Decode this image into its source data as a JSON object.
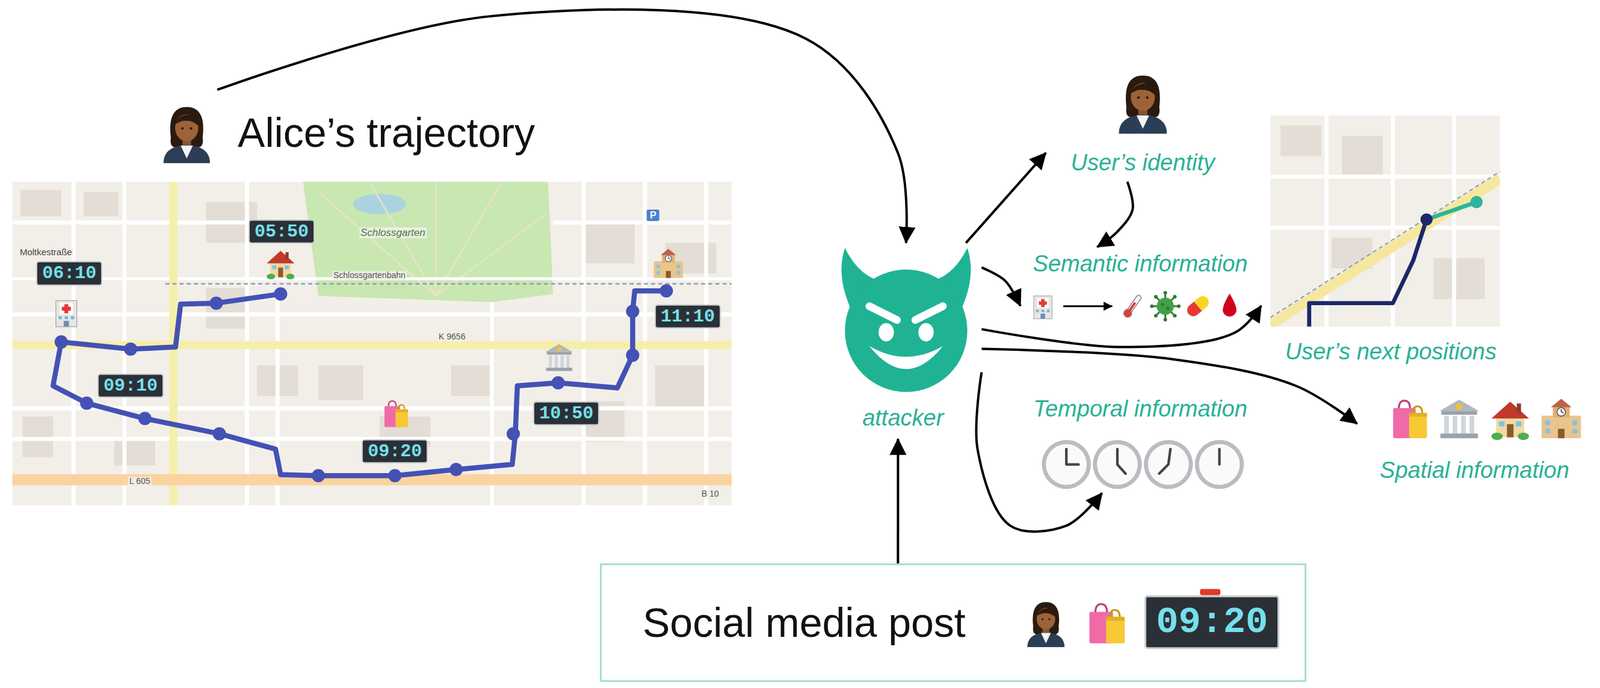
{
  "diagram": {
    "nodes": [
      {
        "text": [
          "Alice’s trajectory"
        ]
      },
      {
        "text": [
          "05:50"
        ],
        "in": 0
      },
      {
        "text": [
          "06:10"
        ],
        "in": 0
      },
      {
        "text": [
          "09:10"
        ],
        "in": 0
      },
      {
        "text": [
          "09:20"
        ],
        "in": 0
      },
      {
        "text": [
          "10:50"
        ],
        "in": 0
      },
      {
        "text": [
          "11:10"
        ],
        "in": 0
      },
      {
        "text": [
          "attacker"
        ]
      },
      {
        "text": [
          "User’s identity"
        ]
      },
      {
        "text": [
          "Semantic information"
        ]
      },
      {
        "text": [
          "User’s next positions"
        ]
      },
      {
        "text": [
          "Temporal information"
        ]
      },
      {
        "text": [
          "Spatial information"
        ]
      },
      {
        "text": [
          "Social media post"
        ]
      },
      {
        "text": [
          "09:20"
        ],
        "in": 13
      }
    ],
    "edges": [
      {
        "from": 0,
        "to": 7,
        "arrow": "to"
      },
      {
        "from": 13,
        "to": 7,
        "arrow": "to"
      },
      {
        "from": 7,
        "to": 8,
        "arrow": "to"
      },
      {
        "from": 8,
        "to": 9,
        "arrow": "to"
      },
      {
        "from": 7,
        "to": 9,
        "arrow": "to"
      },
      {
        "from": 7,
        "to": 10,
        "arrow": "to"
      },
      {
        "from": 7,
        "to": 11,
        "arrow": "to"
      },
      {
        "from": 7,
        "to": 12,
        "arrow": "to"
      }
    ],
    "labels": [
      "Moltkestraße",
      "Schlossgarten",
      "Schlossgartenbahn",
      "K 9656",
      "L 605",
      "B 10",
      "P"
    ]
  }
}
